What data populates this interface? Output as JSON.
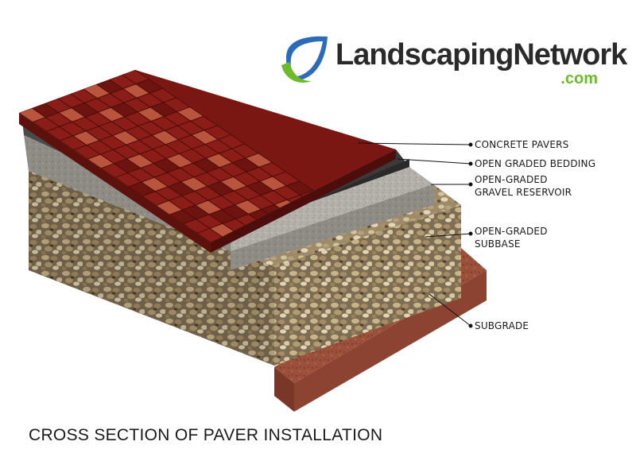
{
  "brand": {
    "name": "LandscapingNetwork",
    "domain": ".com",
    "leaf_blue": "#2b6bb8",
    "leaf_green": "#6dbb2b"
  },
  "layers": [
    {
      "id": "pavers",
      "lines": [
        "CONCRETE PAVERS"
      ]
    },
    {
      "id": "bedding",
      "lines": [
        "OPEN GRADED BEDDING"
      ]
    },
    {
      "id": "gravel",
      "lines": [
        "OPEN-GRADED",
        "GRAVEL RESERVOIR"
      ]
    },
    {
      "id": "subbase",
      "lines": [
        "OPEN-GRADED",
        "SUBBASE"
      ]
    },
    {
      "id": "subgrade",
      "lines": [
        "SUBGRADE"
      ]
    }
  ],
  "caption": "CROSS SECTION OF PAVER INSTALLATION",
  "colors": {
    "paver_dark": "#6e1410",
    "paver_mid": "#8a1d17",
    "paver_light": "#b8553c",
    "bedding": "#3a3a3a",
    "gravel_reservoir": "#b3b0aa",
    "subbase": "#8f7f62",
    "subgrade": "#9e4f3c"
  }
}
